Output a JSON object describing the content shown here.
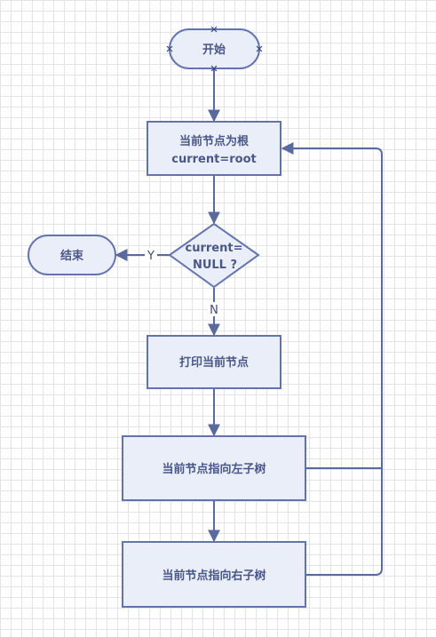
{
  "nodes": {
    "start": "开始",
    "set_root_line1": "当前节点为根",
    "set_root_line2": "current=root",
    "decision_line1": "current=",
    "decision_line2": "NULL ?",
    "end": "结束",
    "print": "打印当前节点",
    "go_left": "当前节点指向左子树",
    "go_right": "当前节点指向右子树"
  },
  "edges": {
    "yes_label": "Y",
    "no_label": "N"
  },
  "colors": {
    "node_fill": "#eaeef8",
    "node_stroke": "#6374ad",
    "edge": "#5b6a9e",
    "text": "#4a5787"
  }
}
